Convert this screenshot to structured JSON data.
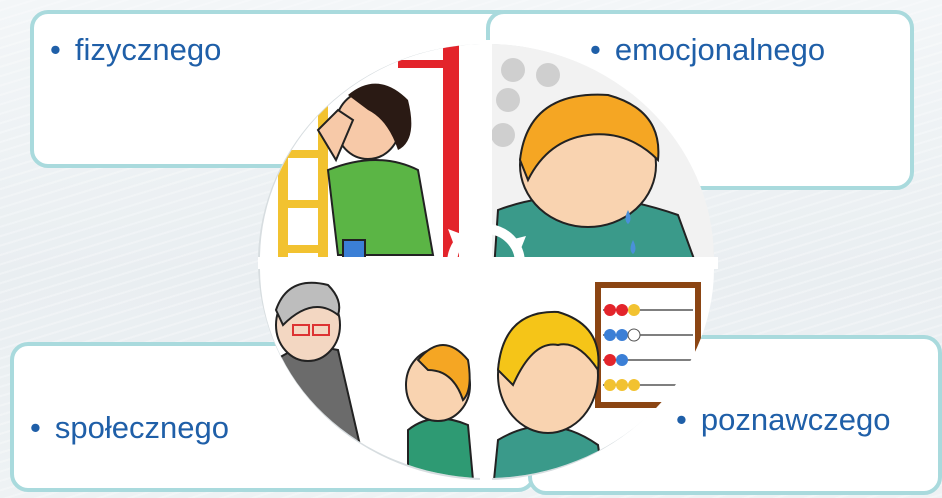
{
  "quadrants": {
    "top_left": {
      "label": "fizycznego",
      "icon": "child-climbing-ladder-illustration"
    },
    "top_right": {
      "label": "emocjonalnego",
      "icon": "crying-child-illustration"
    },
    "bottom_left": {
      "label": "społecznego",
      "icon": "child-with-elder-illustration"
    },
    "bottom_right": {
      "label": "poznawczego",
      "icon": "child-with-abacus-illustration"
    }
  },
  "bullet": "•",
  "colors": {
    "box_border": "#a9dadd",
    "label_text": "#1f5fa8",
    "background": "#eef2f4"
  },
  "center_icon": "cycle-arrows-icon"
}
